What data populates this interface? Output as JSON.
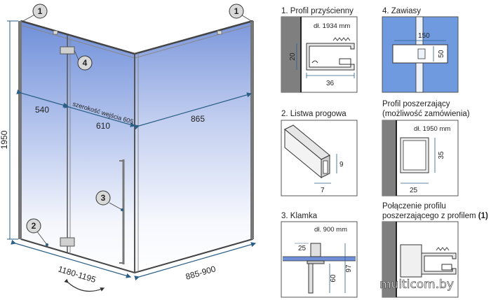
{
  "main": {
    "height": "1950",
    "left_panel_width": "540",
    "entry_width_label": "szerokość wejścia 605",
    "door_width": "610",
    "side_panel_width": "865",
    "front_width_range": "1180-1195",
    "side_width_range": "885-900",
    "callouts": [
      "1",
      "1",
      "4",
      "2",
      "3"
    ]
  },
  "panels": {
    "p1": {
      "title": "1. Profil przyścienny",
      "length_note": "dł. 1934 mm",
      "height": "20",
      "width": "36"
    },
    "p2": {
      "title": "2. Listwa progowa",
      "height": "9",
      "width": "7"
    },
    "p3": {
      "title": "3. Klamka",
      "length_note": "dł. 900 mm",
      "dim_top": "25",
      "dim_total": "97",
      "dim_lower": "60"
    },
    "p4": {
      "title": "4. Zawiasy",
      "width": "150",
      "height": "50"
    },
    "p5": {
      "title_line1": "Profil poszerzający",
      "title_line2": "(możliwość zamówienia)",
      "length_note": "dł. 1950 mm",
      "height": "35",
      "width": "25"
    },
    "p6": {
      "title_line1": "Połączenie profilu",
      "title_line2": "poszerzającego z profilem",
      "title_ref": "(1)"
    }
  },
  "watermark": "multicom.by",
  "colors": {
    "glass_top": "#6f8fd9",
    "glass_bottom": "#ffffff",
    "frame": "#555555",
    "dimension_line": "#2b5f86",
    "callout_fill": "#d9d9d9",
    "wall": "#7f7f7f",
    "hinge_bg": "#6f9ae0"
  }
}
